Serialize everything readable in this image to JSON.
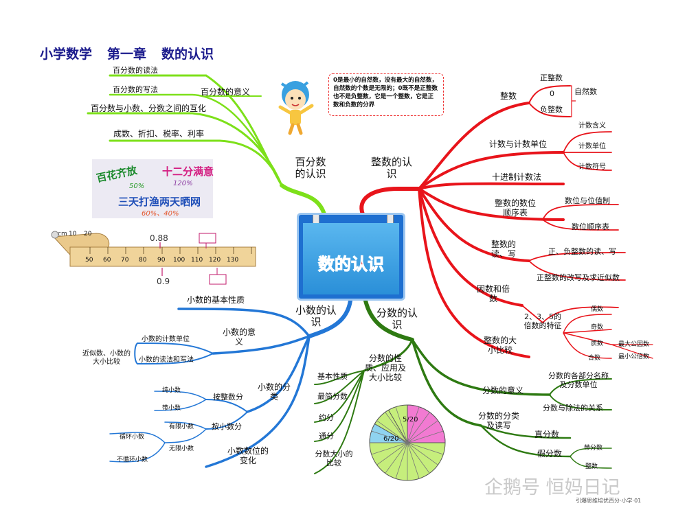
{
  "title": {
    "part1": "小学数学",
    "part2": "第一章",
    "part3": "数的认识"
  },
  "center": {
    "label": "数的认识"
  },
  "bubble": {
    "text": "0是最小的自然数，没有最大的自然数，自然数的个数是无限的；0既不是正整数也不是负整数，它是一个整数，它是正数和负数的分界"
  },
  "percent": {
    "branch": "百分数的认识",
    "meaning": "百分数的意义",
    "read": "百分数的读法",
    "write": "百分数的写法",
    "convert": "百分数与小数、分数之间的互化",
    "rates": "成数、折扣、税率、利率"
  },
  "sticker": {
    "l1": "百花齐放",
    "p1": "50%",
    "l2": "十二分满意",
    "p2": "120%",
    "l3": "三天打渔两天晒网",
    "p3": "60%、40%"
  },
  "ruler": {
    "v1": "0.88",
    "v2": "0.9",
    "unit": "cm",
    "ticks": [
      "10",
      "20",
      "50",
      "60",
      "70",
      "80",
      "90",
      "100",
      "110",
      "120",
      "130"
    ]
  },
  "integer": {
    "branch": "整数的认识",
    "whole": "整数",
    "positive": "正整数",
    "zero": "0",
    "negative": "负整数",
    "natural": "自然数",
    "counting": "计数与计数单位",
    "count_meaning": "计数含义",
    "count_unit": "计数单位",
    "count_symbol": "计数符号",
    "decimal_system": "十进制计数法",
    "place_table": "整数的数位顺序表",
    "place_value": "数位与位值制",
    "place_order": "数位顺序表",
    "read_write": "整数的读、写",
    "pm_read": "正、负整数的读、写",
    "rewrite": "正整数的改写及求近似数",
    "factors": "因数和倍数",
    "multiples": "2、3、5的倍数的特征",
    "even": "偶数",
    "odd": "奇数",
    "prime": "质数",
    "composite": "合数",
    "gcd": "最大公因数",
    "lcm": "最小公倍数",
    "compare": "整数的大小比较"
  },
  "decimal": {
    "branch": "小数的认识",
    "basic": "小数的基本性质",
    "meaning": "小数的意义",
    "unit": "小数的计数单位",
    "rw": "小数的读法和写法",
    "approx": "近似数、小数的大小比较",
    "classify": "小数的分类",
    "by_int": "按整数分",
    "pure": "纯小数",
    "mixed": "带小数",
    "by_dec": "按小数分",
    "finite": "有限小数",
    "infinite": "无限小数",
    "recurring": "循环小数",
    "nonrecurring": "不循环小数",
    "shift": "小数数位的变化"
  },
  "fraction": {
    "branch": "分数的认识",
    "props": "分数的性质、应用及大小比较",
    "basic": "基本性质",
    "simplest": "最简分数",
    "reduce": "约分",
    "common": "通分",
    "compare": "分数大小的比较",
    "meaning": "分数的意义",
    "parts": "分数的各部分名称及分数单位",
    "division": "分数与除法的关系",
    "classes": "分数的分类及读写",
    "proper": "真分数",
    "improper": "假分数",
    "mixed": "带分数",
    "integer": "整数",
    "pie_a": "5/20",
    "pie_b": "6/20"
  },
  "watermark": "企鹅号 恒妈日记",
  "footer": "引爆思维培优百分·小学·01",
  "colors": {
    "green": "#7de01a",
    "red": "#e8141b",
    "blue": "#2377d6",
    "darkgreen": "#2e7a12",
    "title": "#1a1a8c"
  }
}
